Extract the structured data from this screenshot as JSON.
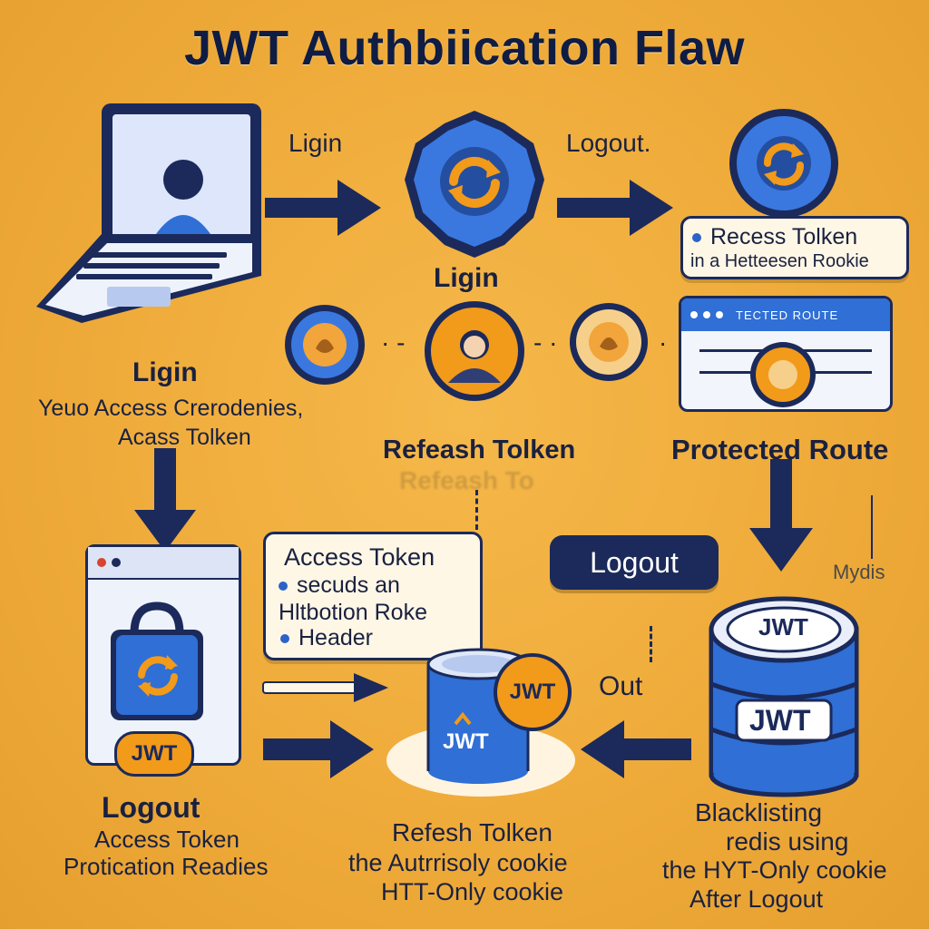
{
  "title": "JWT Authbiication Flaw",
  "labels": {
    "login_top": "Ligin",
    "logout_top": "Logout.",
    "login_mid": "Ligin",
    "recess_line1": "Recess Tolken",
    "recess_line2": "in a Hetteesen Rookie",
    "protected_bar": "TECTED ROUTE",
    "login_left": "Ligin",
    "creds_line1": "Yeuo Access Crerodenies,",
    "creds_line2": "Acass Tolken",
    "refresh_mid": "Refeash Tolken",
    "refresh_mid_ghost": "Refeash To",
    "protected_route": "Protected Route",
    "logout_pill": "Logout",
    "mydis": "Mydis",
    "access_card_title": "Access Token",
    "access_card_line1": "secuds an",
    "access_card_line2": "Hltbotion Roke",
    "access_card_line3": "Header",
    "out": "Out",
    "jwt_badge": "JWT",
    "jwt_can": "JWT",
    "jwt_coin": "JWT",
    "jwt_db_top": "JWT",
    "jwt_db_mid": "JWT",
    "logout_bottom_title": "Logout",
    "logout_bottom_line1": "Access Token",
    "logout_bottom_line2": "Protication Readies",
    "refresh_bottom_title": "Refesh Tolken",
    "refresh_bottom_line1": "the Autrrisoly cookie",
    "refresh_bottom_line2": "HTT-Only cookie",
    "black_title": "Blacklisting",
    "black_line1": "redis  using",
    "black_line2": "the HYT-Only cookie",
    "black_line3": "After Logout"
  },
  "colors": {
    "background": "#efab3a",
    "navy": "#1b2a5a",
    "blue": "#2f6fd6",
    "orange": "#f29a1a",
    "cream": "#fff7e6"
  },
  "icons": [
    "laptop-icon",
    "user-icon",
    "refresh-icon",
    "badge-icon",
    "arrow-icon",
    "browser-window-icon",
    "lock-bag-icon",
    "database-icon",
    "can-icon",
    "coin-icon"
  ]
}
